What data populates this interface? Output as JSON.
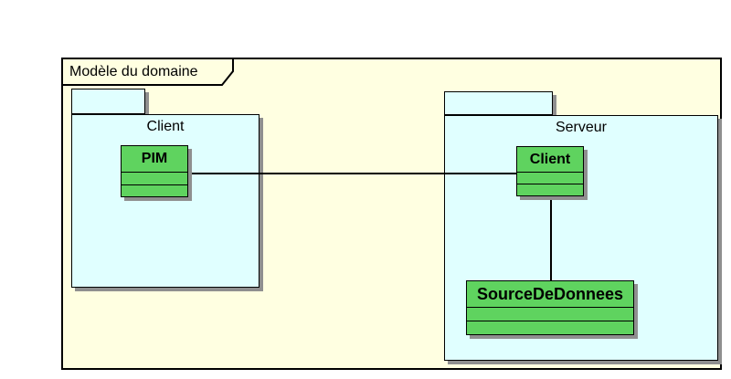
{
  "diagram": {
    "outer_package": {
      "label": "Modèle du domaine"
    },
    "packages": [
      {
        "label": "Client",
        "classes": [
          {
            "name": "PIM",
            "empty_compartments": 2
          }
        ]
      },
      {
        "label": "Serveur",
        "classes": [
          {
            "name": "Client",
            "empty_compartments": 2
          },
          {
            "name": "SourceDeDonnees",
            "empty_compartments": 2
          }
        ]
      }
    ],
    "connectors": [
      {
        "from": "PIM",
        "to": "Client",
        "type": "association"
      },
      {
        "from": "Client",
        "to": "SourceDeDonnees",
        "type": "association"
      }
    ],
    "colors": {
      "outer_package_fill": "#FFFFE1",
      "inner_package_fill": "#E0FFFF",
      "class_fill": "#5FD35F",
      "shadow": "#8F8F8F",
      "outline": "#000000",
      "background": "#FFFFFF"
    }
  }
}
